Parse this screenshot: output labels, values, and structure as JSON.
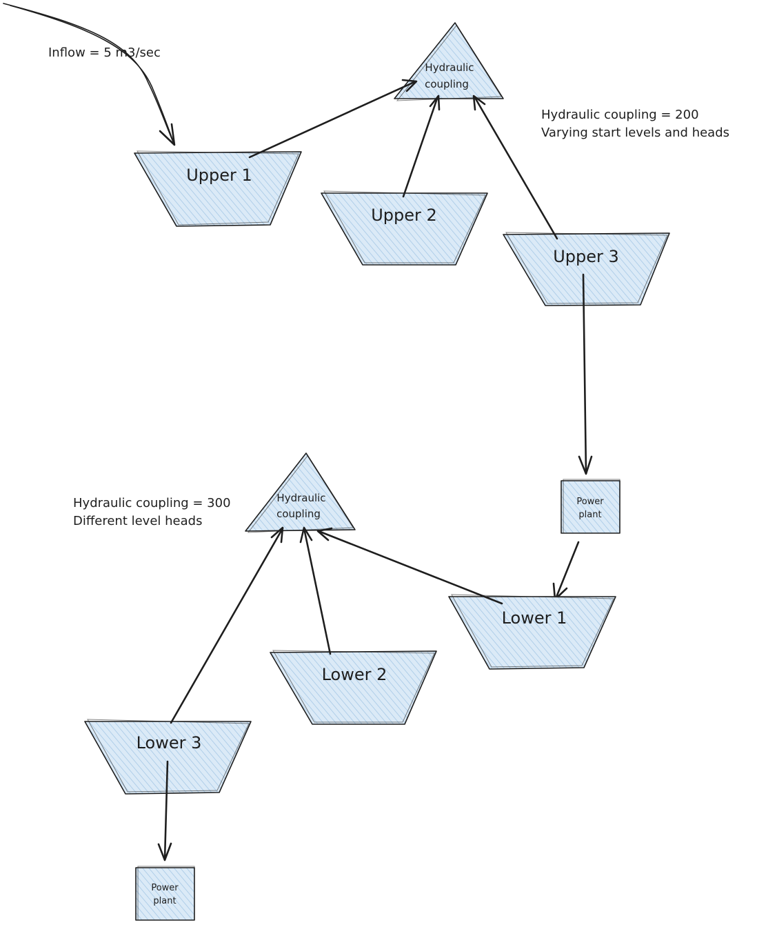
{
  "colors": {
    "fill": "#dbeaf7",
    "hatch": "#a5c8e6",
    "stroke": "#1e1e1e",
    "background": "#ffffff"
  },
  "inflow": {
    "label": "Inflow = 5 m3/sec"
  },
  "upper_coupling": {
    "label_line1": "Hydraulic",
    "label_line2": "coupling",
    "note_line1": "Hydraulic coupling = 200",
    "note_line2": "Varying start levels and heads"
  },
  "lower_coupling": {
    "label_line1": "Hydraulic",
    "label_line2": "coupling",
    "note_line1": "Hydraulic coupling = 300",
    "note_line2": "Different level heads"
  },
  "reservoirs": {
    "upper1": "Upper 1",
    "upper2": "Upper 2",
    "upper3": "Upper 3",
    "lower1": "Lower 1",
    "lower2": "Lower 2",
    "lower3": "Lower 3"
  },
  "power_plant_upper": {
    "label_line1": "Power",
    "label_line2": "plant"
  },
  "power_plant_lower": {
    "label_line1": "Power",
    "label_line2": "plant"
  }
}
